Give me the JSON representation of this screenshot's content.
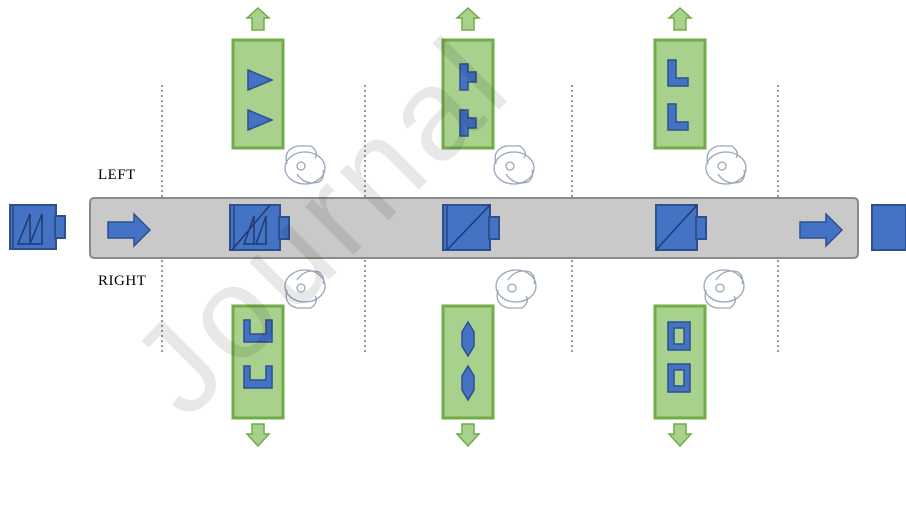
{
  "labels": {
    "left": "LEFT",
    "right": "RIGHT"
  },
  "watermark": "Journal",
  "colors": {
    "conveyor_fill": "#c8c8c8",
    "conveyor_stroke": "#8a8a8a",
    "part_fill": "#4472c4",
    "part_stroke": "#2f4f8f",
    "station_fill": "#a9d18e",
    "station_stroke": "#70ad47",
    "arrow_fill": "#4472c4",
    "out_arrow_fill": "#a9d18e"
  },
  "stations": [
    {
      "id": "station-1",
      "left_parts": "triangle",
      "right_parts": "u-channel"
    },
    {
      "id": "station-2",
      "left_parts": "t-block",
      "right_parts": "hexagon"
    },
    {
      "id": "station-3",
      "left_parts": "l-shape",
      "right_parts": "square-frame"
    }
  ],
  "icons": {
    "worker": "robot-arm-icon",
    "flow": "flow-arrow-icon",
    "part": "workpiece-icon"
  }
}
